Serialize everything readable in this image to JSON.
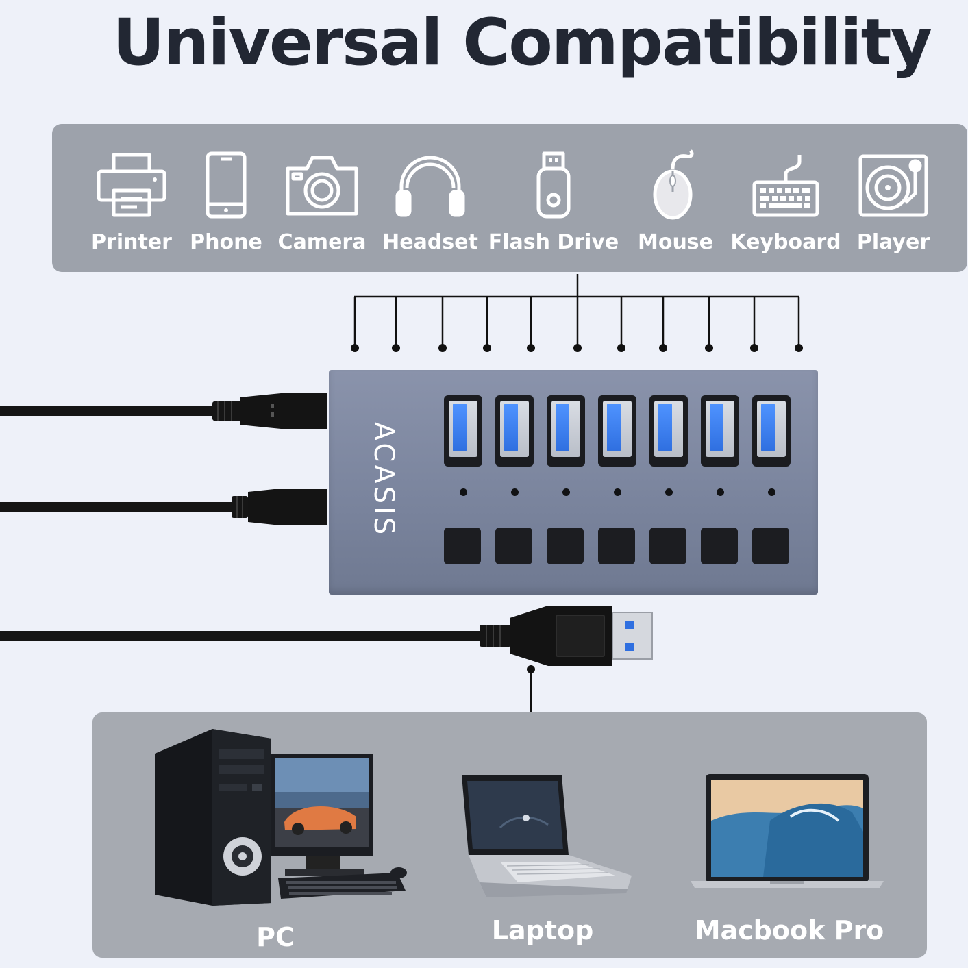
{
  "title": "Universal Compatibility",
  "devices": [
    {
      "label": "Printer",
      "icon": "printer-icon"
    },
    {
      "label": "Phone",
      "icon": "phone-icon"
    },
    {
      "label": "Camera",
      "icon": "camera-icon"
    },
    {
      "label": "Headset",
      "icon": "headset-icon"
    },
    {
      "label": "Flash Drive",
      "icon": "flash-drive-icon"
    },
    {
      "label": "Mouse",
      "icon": "mouse-icon"
    },
    {
      "label": "Keyboard",
      "icon": "keyboard-icon"
    },
    {
      "label": "Player",
      "icon": "record-player-icon"
    }
  ],
  "hub": {
    "brand": "ACASIS",
    "usb_ports": 7,
    "power_switches": 7
  },
  "hosts": [
    {
      "label": "PC"
    },
    {
      "label": "Laptop"
    },
    {
      "label": "Macbook Pro"
    }
  ],
  "colors": {
    "background": "#eef1f9",
    "panel": "#9da2ab",
    "hub": "#7f89a2",
    "port_blue": "#3f83f5",
    "title": "#222733"
  }
}
